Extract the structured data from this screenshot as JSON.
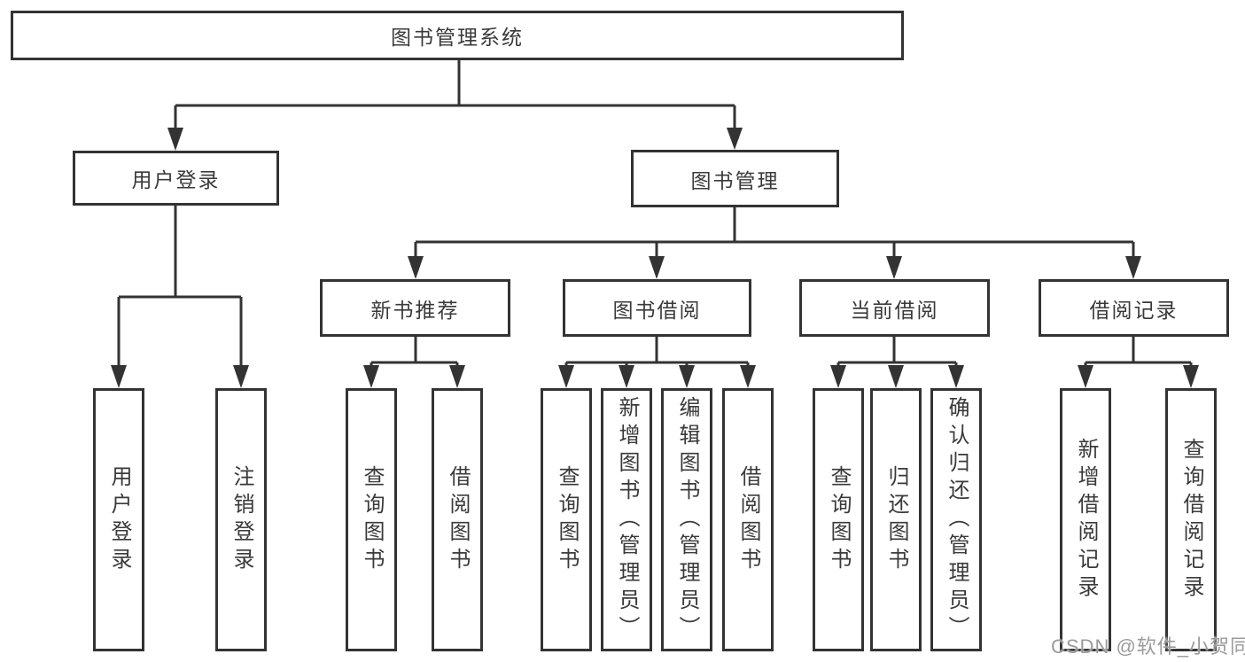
{
  "tree": {
    "label": "图书管理系统",
    "children": [
      {
        "label": "用户登录",
        "children": [
          {
            "label": "用户登录"
          },
          {
            "label": "注销登录"
          }
        ]
      },
      {
        "label": "图书管理",
        "children": [
          {
            "label": "新书推荐",
            "children": [
              {
                "label": "查询图书"
              },
              {
                "label": "借阅图书"
              }
            ]
          },
          {
            "label": "图书借阅",
            "children": [
              {
                "label": "查询图书"
              },
              {
                "label": "新增图书（管理员）"
              },
              {
                "label": "编辑图书（管理员）"
              },
              {
                "label": "借阅图书"
              }
            ]
          },
          {
            "label": "当前借阅",
            "children": [
              {
                "label": "查询图书"
              },
              {
                "label": "归还图书"
              },
              {
                "label": "确认归还（管理员）"
              }
            ]
          },
          {
            "label": "借阅记录",
            "children": [
              {
                "label": "新增借阅记录"
              },
              {
                "label": "查询借阅记录"
              }
            ]
          }
        ]
      }
    ]
  },
  "watermark": {
    "text": "CSDN @软件_小贺同学"
  },
  "colors": {
    "line": "#333333",
    "text": "#3a3a3a",
    "background": "#ffffff",
    "watermark": "#9b9b9b"
  }
}
